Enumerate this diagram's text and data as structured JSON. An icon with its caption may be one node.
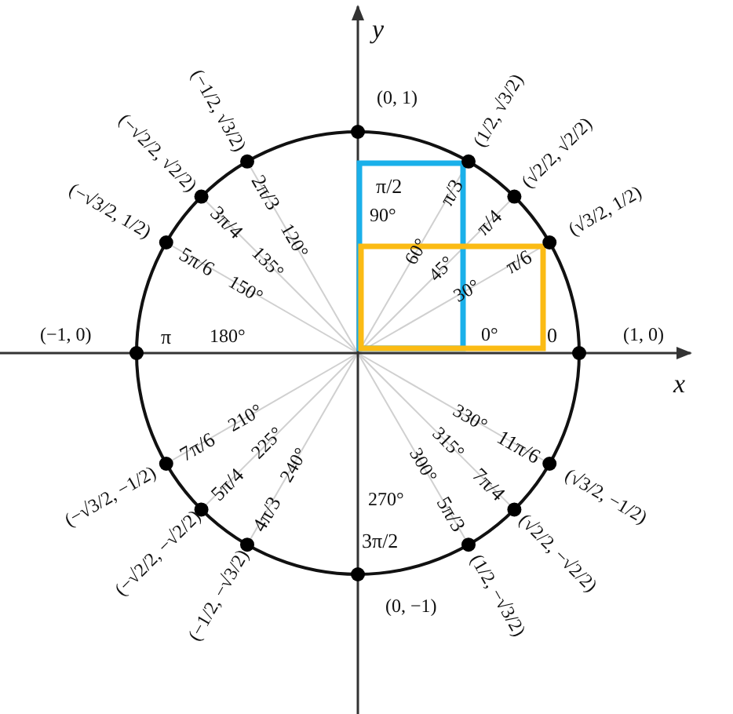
{
  "diagram": {
    "labels": [
      "y",
      "(0, 1)",
      "π/2",
      "90°",
      "(1/2, √3/2)",
      "(√2/2, √2/2)",
      "(√3/2, 1/2)",
      "π/3",
      "π/4",
      "π/6",
      "60°",
      "45°",
      "30°",
      "0°",
      "0",
      "(−1/2, √3/2)",
      "(−√2/2, √2/2)",
      "(−√3/2, 1/2)",
      "2π/3",
      "3π/4",
      "5π/6",
      "120°",
      "135°",
      "150°",
      "(−1, 0)",
      "π",
      "180°",
      "(1, 0)",
      "x",
      "7π/6",
      "5π/4",
      "4π/3",
      "210°",
      "225°",
      "240°",
      "(−√3/2, −1/2)",
      "(−√2/2, −√2/2)",
      "(−1/2, −√3/2)",
      "270°",
      "3π/2",
      "(0, −1)",
      "330°",
      "315°",
      "300°",
      "11π/6",
      "7π/4",
      "5π/3",
      "(√3/2, −1/2)",
      "(√2/2, −√2/2)",
      "(1/2, −√3/2)"
    ]
  }
}
